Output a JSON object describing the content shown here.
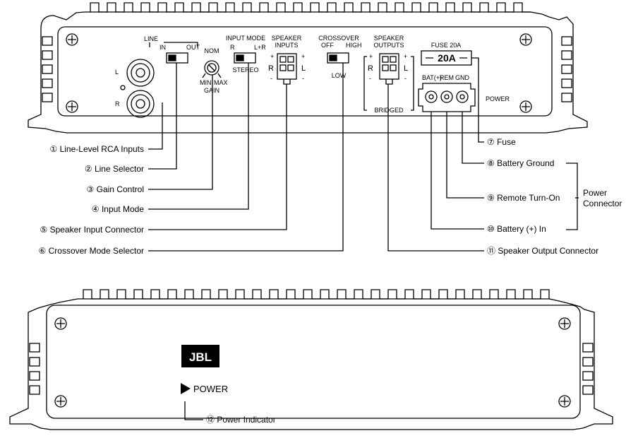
{
  "top_panel": {
    "line_label": "LINE",
    "line_in": "IN",
    "line_out": "OUT",
    "rca_left": "L",
    "rca_right": "R",
    "gain_nom": "NOM",
    "gain_min": "MIN",
    "gain_max": "MAX",
    "gain_label": "GAIN",
    "input_mode_title": "INPUT MODE",
    "input_mode_r": "R",
    "input_mode_lr": "L+R",
    "input_mode_stereo": "STEREO",
    "speaker_inputs_line1": "SPEAKER",
    "speaker_inputs_line2": "INPUTS",
    "spk_in_plus_l": "+",
    "spk_in_r": "R",
    "spk_in_minus_l": "-",
    "spk_in_plus_r": "+",
    "spk_in_l": "L",
    "spk_in_minus_r": "-",
    "crossover_title": "CROSSOVER",
    "crossover_off": "OFF",
    "crossover_high": "HIGH",
    "crossover_low": "LOW",
    "speaker_outputs_line1": "SPEAKER",
    "speaker_outputs_line2": "OUTPUTS",
    "spk_out_plus_l": "+",
    "spk_out_r": "R",
    "spk_out_minus_l": "-",
    "spk_out_plus_r": "+",
    "spk_out_l": "L",
    "spk_out_minus_r": "-",
    "bridged": "BRIDGED",
    "fuse_title": "FUSE 20A",
    "fuse_value": "20A",
    "bat": "BAT(+)",
    "rem": "REM",
    "gnd": "GND",
    "power": "POWER"
  },
  "callouts": {
    "c1": "① Line-Level RCA Inputs",
    "c2": "② Line Selector",
    "c3": "③ Gain Control",
    "c4": "④ Input Mode",
    "c5": "⑤ Speaker Input Connector",
    "c6": "⑥ Crossover Mode Selector",
    "c7": "⑦ Fuse",
    "c8": "⑧ Battery Ground",
    "c9": "⑨ Remote Turn-On",
    "c10": "⑩ Battery (+) In",
    "c11": "⑪ Speaker Output Connector",
    "c12": "⑫  Power Indicator",
    "power_connector_line1": "Power",
    "power_connector_line2": "Connector"
  },
  "bottom_panel": {
    "logo": "JBL",
    "power_label": "POWER"
  }
}
